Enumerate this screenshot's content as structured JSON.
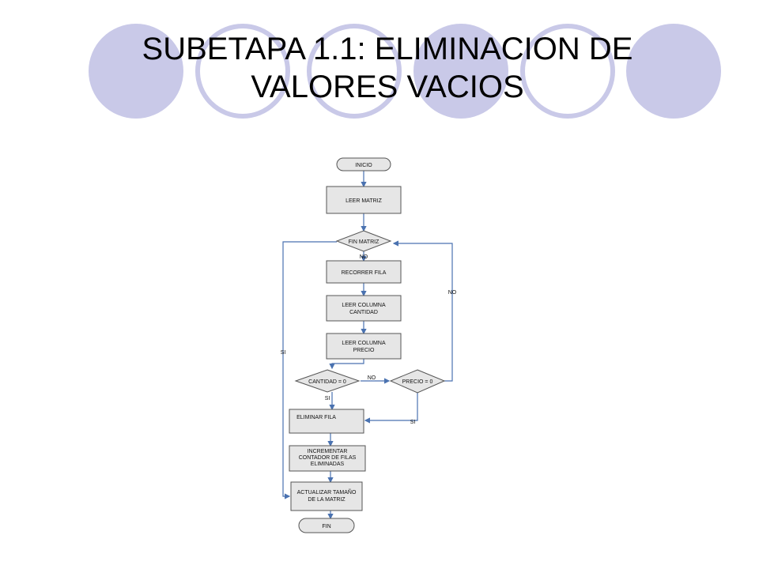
{
  "slide": {
    "title_line1": "SUBETAPA 1.1: ELIMINACION DE",
    "title_line2": "VALORES VACIOS",
    "colors": {
      "circle_filled": "#c9c9e8",
      "circle_outline": "#c9c9e8",
      "node_fill": "#e6e6e6",
      "node_stroke": "#555555",
      "arrow": "#4a72b0"
    }
  },
  "flowchart": {
    "nodes": {
      "start": "INICIO",
      "read_matrix": "LEER MATRIZ",
      "end_matrix": "FIN MATRIZ",
      "traverse_row": "RECORRER FILA",
      "read_qty_1": "LEER COLUMNA",
      "read_qty_2": "CANTIDAD",
      "read_price_1": "LEER COLUMNA",
      "read_price_2": "PRECIO",
      "qty_zero": "CANTIDAD = 0",
      "price_zero": "PRECIO = 0",
      "delete_row": "ELIMINAR FILA",
      "increment_1": "INCREMENTAR",
      "increment_2": "CONTADOR DE FILAS",
      "increment_3": "ELIMINADAS",
      "update_size_1": "ACTUALIZAR TAMAÑO",
      "update_size_2": "DE LA MATRIZ",
      "end": "FIN"
    },
    "edges": {
      "end_matrix_no": "NO",
      "end_matrix_si": "SI",
      "qty_no": "NO",
      "qty_si": "SI",
      "price_si": "SI",
      "price_no": "NO"
    }
  }
}
